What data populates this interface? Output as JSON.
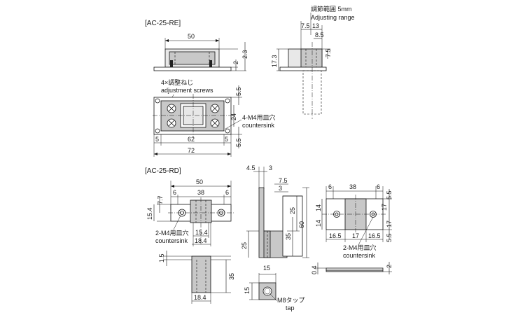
{
  "sections": {
    "re_title": "[AC-25-RE]",
    "rd_title": "[AC-25-RD]"
  },
  "re": {
    "dim_50": "50",
    "dim_2": "2",
    "dim_2_3": "2.3",
    "adj_jp": "調節範囲 5mm",
    "adj_en": "Adjusting range",
    "dim_7_5_top": "7.5",
    "dim_13": "13",
    "dim_8_5": "8.5",
    "dim_7_5_side": "7.5",
    "dim_17_3": "17.3",
    "screws_jp": "4×調整ねじ",
    "screws_en": "adjustment screws",
    "csk_jp": "4-M4用皿穴",
    "csk_en": "countersink",
    "dim_5_5_top": "5.5",
    "dim_24": "24",
    "dim_5_5_bottom": "5.5",
    "dim_5_left": "5",
    "dim_62": "62",
    "dim_5_right": "5",
    "dim_72": "72"
  },
  "rd": {
    "dim_50": "50",
    "dim_6_left": "6",
    "dim_38": "38",
    "dim_6_right": "6",
    "dim_7_7": "7.7",
    "dim_15_4_left": "15.4",
    "dim_15_4_bottom": "15.4",
    "dim_18_4_front": "18.4",
    "csk_jp": "2-M4用皿穴",
    "csk_en": "countersink",
    "dim_1_5": "1.5",
    "dim_35_front": "35",
    "dim_18_4_bottom": "18.4",
    "side_4_5": "4.5",
    "side_3_top": "3",
    "side_7_5": "7.5",
    "side_3_mid": "3",
    "side_25_right": "25",
    "side_60": "60",
    "side_25_left": "25",
    "side_35": "35",
    "bot_15_w": "15",
    "bot_15_h": "15",
    "tap_jp": "M8タップ",
    "tap_en": "tap",
    "plate_6_left": "6",
    "plate_38": "38",
    "plate_6_right": "6",
    "plate_5_5_top": "5.5",
    "plate_14_left": "14",
    "plate_17_right": "17",
    "plate_14_lower": "14",
    "plate_17_lower": "17",
    "plate_5_5_bottom": "5.5",
    "plate_16_5_left": "16.5",
    "plate_17_mid": "17",
    "plate_16_5_right": "16.5",
    "thin_0_4": "0.4",
    "thin_2": "2"
  }
}
